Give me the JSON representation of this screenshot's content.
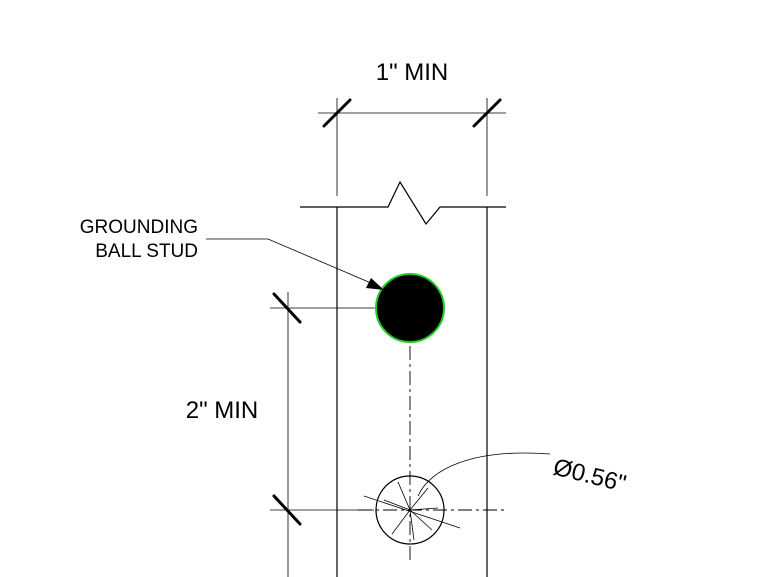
{
  "labels": {
    "width_dim": "1\" MIN",
    "height_dim": "2\" MIN",
    "callout_line1": "GROUNDING",
    "callout_line2": "BALL STUD",
    "diameter_dim": "Ø0.56\""
  },
  "colors": {
    "stud_outline": "#22cc22",
    "stud_fill": "#000000",
    "line": "#000000"
  }
}
